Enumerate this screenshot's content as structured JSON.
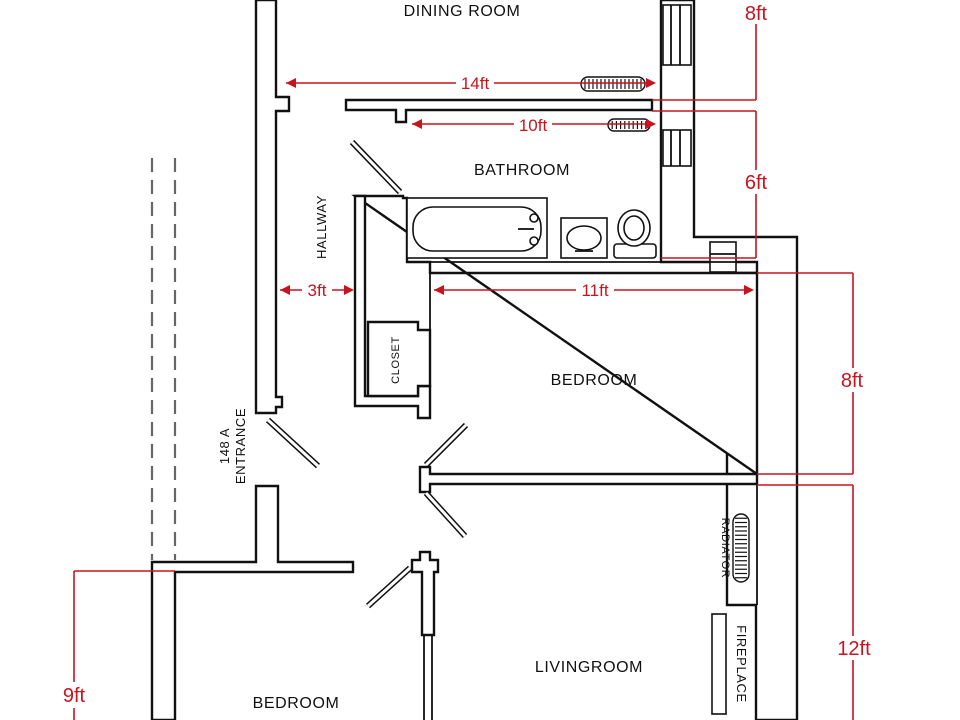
{
  "rooms": {
    "dining_room": "DINING ROOM",
    "bathroom": "BATHROOM",
    "hallway": "HALLWAY",
    "closet": "CLOSET",
    "bedroom_right": "BEDROOM",
    "entrance_line1": "148 A",
    "entrance_line2": "ENTRANCE",
    "radiator": "RADIATOR",
    "fireplace": "FIREPLACE",
    "livingroom": "LIVINGROOM",
    "bedroom_bottom": "BEDROOM"
  },
  "dimensions": {
    "dining_width": "14ft",
    "dining_depth": "8ft",
    "bathroom_width": "10ft",
    "bathroom_depth": "6ft",
    "hallway_width": "3ft",
    "bedroom_width": "11ft",
    "bedroom_depth": "8ft",
    "livingroom_depth": "12ft",
    "bedroom_bottom_depth": "9ft"
  },
  "colors": {
    "walls": "#111111",
    "dimension_lines": "#c8141e",
    "background": "#ffffff"
  }
}
